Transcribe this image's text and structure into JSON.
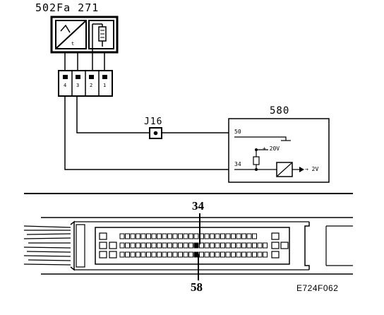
{
  "labels": {
    "component_title": "502Fa 271",
    "control_unit": "580",
    "junction": "J16",
    "pin_top": "50",
    "pin_bottom": "34",
    "mid_annot": "+ 20V",
    "out_annot": "→ 2V",
    "connector_pin_top": "34",
    "connector_pin_bottom": "58",
    "figure_code": "E724F062"
  }
}
